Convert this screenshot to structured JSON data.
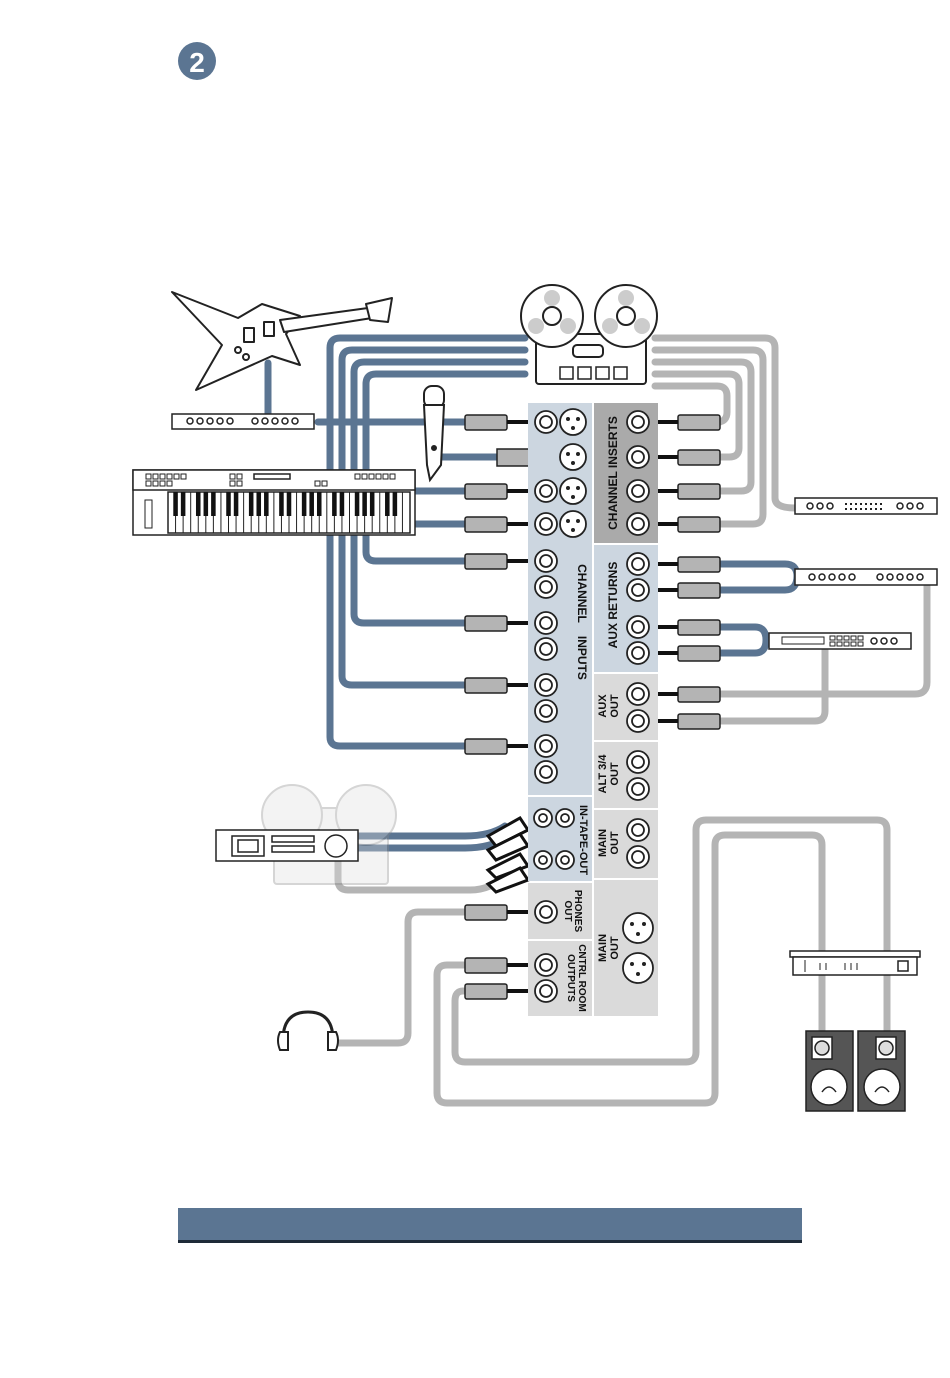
{
  "step": {
    "number": "2"
  },
  "colors": {
    "blue_cable": "#5b7592",
    "gray_cable": "#b4b4b4",
    "panel_blue": "#ccd6e0",
    "panel_gray": "#aaaaaa",
    "panel_light": "#dadada"
  },
  "panel_labels": {
    "channel_inserts": "CHANNEL INSERTS",
    "channel_inputs": "CHANNEL    INPUTS",
    "aux_returns": "AUX RETURNS",
    "aux_out_1": "AUX",
    "aux_out_2": "OUT",
    "alt_out_1": "ALT 3/4",
    "alt_out_2": "OUT",
    "in_tape_out": "IN-TAPE-OUT",
    "main_out_1": "MAIN",
    "main_out_2": "OUT",
    "phones_out_1": "PHONES",
    "phones_out_2": "OUT",
    "main_out_xlr_1": "MAIN",
    "main_out_xlr_2": "OUT",
    "cntrl_room_1": "CNTRL ROOM",
    "cntrl_room_2": "OUTPUTS"
  },
  "devices": [
    "guitar-icon",
    "tape-deck-icon",
    "di-box-icon",
    "microphone-icon",
    "keyboard-icon",
    "patchbay-icon",
    "effects-processor-icon",
    "cassette-deck-icon",
    "headphones-icon",
    "power-amplifier-icon",
    "speaker-icon"
  ]
}
